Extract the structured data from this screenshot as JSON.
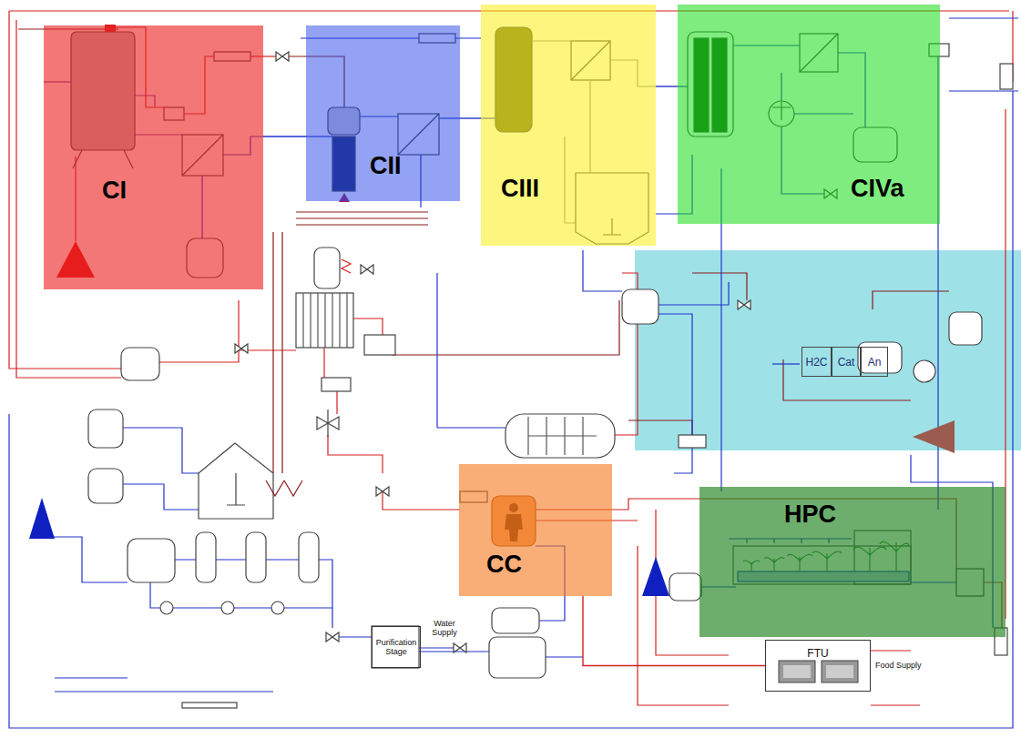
{
  "diagram": {
    "nodes": [
      {
        "text": [
          "CI"
        ]
      },
      {
        "text": [
          "CII"
        ]
      },
      {
        "text": [
          "CIII"
        ]
      },
      {
        "text": [
          "CIVa"
        ]
      },
      {
        "text": [
          "H2C"
        ]
      },
      {
        "text": [
          "Cat"
        ]
      },
      {
        "text": [
          "An"
        ]
      },
      {
        "text": [
          "CC"
        ]
      },
      {
        "text": [
          "HPC"
        ]
      },
      {
        "text": [
          "Purification Stage"
        ]
      },
      {
        "text": [
          "FTU"
        ]
      }
    ],
    "edges": [
      {
        "from": 0,
        "to": 1,
        "arrow": "none"
      },
      {
        "from": 1,
        "to": 2,
        "arrow": "none"
      },
      {
        "from": 2,
        "to": 3,
        "arrow": "none"
      },
      {
        "from": 10,
        "to": 7,
        "arrow": "none"
      }
    ],
    "labels": [
      "Water Supply",
      "Food Supply"
    ]
  }
}
